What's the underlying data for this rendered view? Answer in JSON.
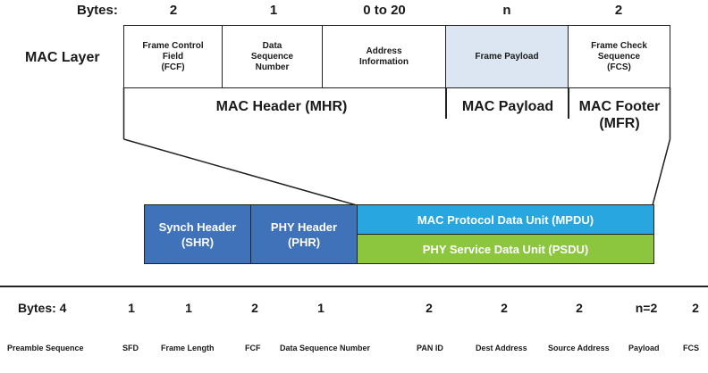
{
  "colors": {
    "payload_fill": "#dbe6f2",
    "phy_dark_blue": "#3f72b8",
    "mpdu_cyan": "#27a6e0",
    "psdu_green": "#8cc63f",
    "line": "#222222"
  },
  "top": {
    "bytes_label": "Bytes:",
    "bytes": [
      "2",
      "1",
      "0 to 20",
      "n",
      "2"
    ],
    "row_label": "MAC Layer",
    "fields": [
      "Frame Control\nField\n(FCF)",
      "Data\nSequence\nNumber",
      "Address\nInformation",
      "Frame Payload",
      "Frame Check\nSequence\n(FCS)"
    ],
    "sections": [
      "MAC Header (MHR)",
      "MAC Payload",
      "MAC Footer\n(MFR)"
    ]
  },
  "phy": {
    "shr": "Synch Header\n(SHR)",
    "phr": "PHY Header\n(PHR)",
    "mpdu": "MAC Protocol Data Unit (MPDU)",
    "psdu": "PHY Service Data Unit (PSDU)"
  },
  "bottom": {
    "bytes_label": "Bytes: 4",
    "bytes": [
      "1",
      "1",
      "2",
      "1",
      "2",
      "2",
      "2",
      "n=2",
      "2"
    ],
    "fields": [
      "Preamble Sequence",
      "SFD",
      "Frame Length",
      "FCF",
      "Data Sequence Number",
      "PAN ID",
      "Dest Address",
      "Source Address",
      "Payload",
      "FCS"
    ]
  }
}
